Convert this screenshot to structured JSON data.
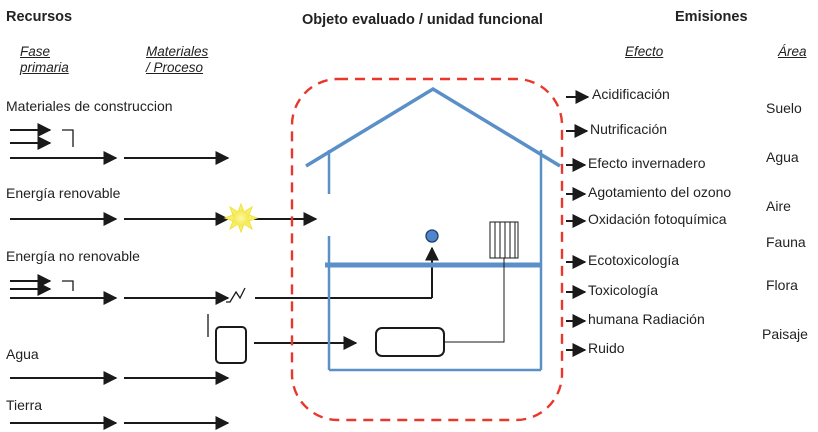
{
  "headers": {
    "resources": "Recursos",
    "object": "Objeto evaluado / unidad funcional",
    "emissions": "Emisiones"
  },
  "subheaders": {
    "primary_phase_line1": "Fase",
    "primary_phase_line2": "primaria",
    "materials_line1": "Materiales",
    "materials_line2": "/ Proceso",
    "effect": "Efecto",
    "area": "Área"
  },
  "resources": [
    "Materiales de construccion",
    "Energía renovable",
    "Energía no renovable",
    "Agua",
    "Tierra"
  ],
  "effects": [
    "Acidificación",
    "Nutrificación",
    "Efecto invernadero",
    "Agotamiento del ozono",
    "Oxidación fotoquímica",
    "Ecotoxicología",
    "Toxicología",
    "humana Radiación",
    "Ruido"
  ],
  "areas": [
    "Suelo",
    "Agua",
    "Aire",
    "Fauna",
    "Flora",
    "Paisaje"
  ],
  "colors": {
    "house_blue": "#5b8fc8",
    "boundary_red": "#e8382d",
    "sun_yellow": "#f3e84a",
    "arrow": "#1a1a1a"
  }
}
